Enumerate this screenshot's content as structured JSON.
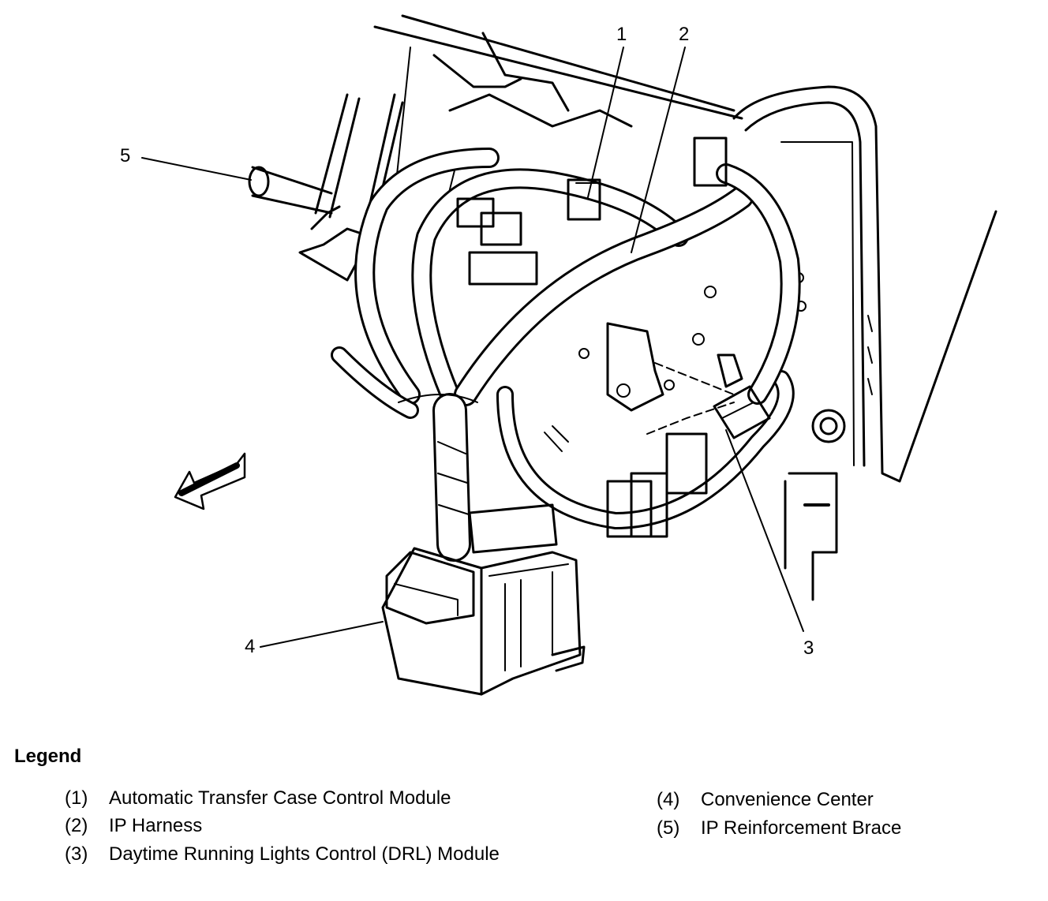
{
  "callouts": [
    "1",
    "2",
    "3",
    "4",
    "5"
  ],
  "legend": {
    "title": "Legend",
    "items": [
      {
        "index": "(1)",
        "label": "Automatic Transfer Case Control Module"
      },
      {
        "index": "(2)",
        "label": "IP Harness"
      },
      {
        "index": "(3)",
        "label": "Daytime Running Lights Control (DRL) Module"
      },
      {
        "index": "(4)",
        "label": "Convenience Center"
      },
      {
        "index": "(5)",
        "label": "IP Reinforcement Brace"
      }
    ]
  },
  "colors": {
    "line": "#000000",
    "background": "#ffffff"
  }
}
